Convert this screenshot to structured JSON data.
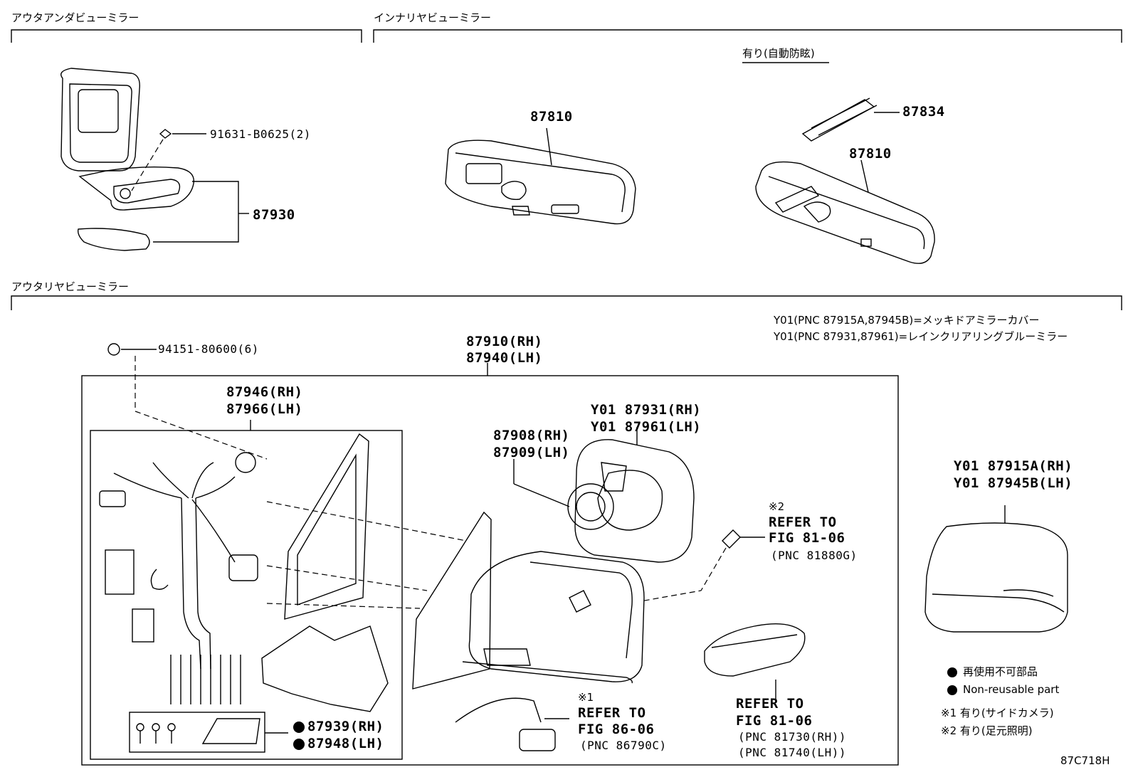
{
  "sections": {
    "outer_under": "アウタアンダビューミラー",
    "inner_rear": "インナリヤビューミラー",
    "outer_rear": "アウタリヤビューミラー"
  },
  "inner_rear": {
    "variant_label": "有り(自動防眩)"
  },
  "parts": {
    "p91631": "91631-B0625(2)",
    "p87930": "87930",
    "p87810_a": "87810",
    "p87810_b": "87810",
    "p87834": "87834",
    "p94151": "94151-80600(6)",
    "p87910": "87910(RH)",
    "p87940": "87940(LH)",
    "p87946": "87946(RH)",
    "p87966": "87966(LH)",
    "p87908": "87908(RH)",
    "p87909": "87909(LH)",
    "p87931": "Y01 87931(RH)",
    "p87961": "Y01 87961(LH)",
    "p87915A": "Y01 87915A(RH)",
    "p87945B": "Y01 87945B(LH)",
    "p87939": "87939(RH)",
    "p87948": "87948(LH)"
  },
  "notes": {
    "y01_line1": "Y01(PNC 87915A,87945B)=メッキドアミラーカバー",
    "y01_line2": "Y01(PNC 87931,87961)=レインクリアリングブルーミラー"
  },
  "refs": {
    "ref1_mark": "※1",
    "ref1_line1": "REFER TO",
    "ref1_line2": "FIG 86-06",
    "ref1_line3": "(PNC 86790C)",
    "ref2_mark": "※2",
    "ref2_line1": "REFER TO",
    "ref2_line2": "FIG 81-06",
    "ref2_line3": "(PNC 81880G)",
    "ref3_line1": "REFER TO",
    "ref3_line2": "FIG 81-06",
    "ref3_line3": "(PNC 81730(RH))",
    "ref3_line4": "(PNC 81740(LH))"
  },
  "legend": {
    "jp": "再使用不可部品",
    "en": "Non-reusable part",
    "note1": "※1 有り(サイドカメラ)",
    "note2": "※2 有り(足元照明)"
  },
  "figure_code": "87C718H"
}
